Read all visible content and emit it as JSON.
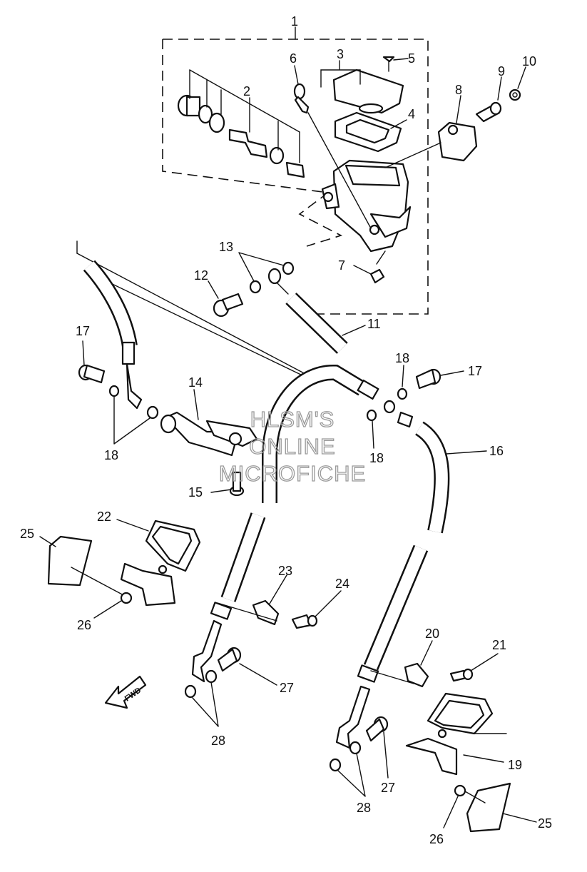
{
  "watermark": {
    "line1": "HLSM'S",
    "line2": "ONLINE",
    "line3": "MICROFICHE"
  },
  "direction_label": "FWD",
  "callouts": {
    "c1": "1",
    "c2": "2",
    "c3": "3",
    "c4": "4",
    "c5": "5",
    "c6": "6",
    "c7": "7",
    "c8": "8",
    "c9": "9",
    "c10": "10",
    "c11": "11",
    "c12": "12",
    "c13": "13",
    "c14": "14",
    "c15": "15",
    "c16": "16",
    "c17a": "17",
    "c17b": "17",
    "c18a": "18",
    "c18b": "18",
    "c18c": "18",
    "c19": "19",
    "c20": "20",
    "c21": "21",
    "c22": "22",
    "c23": "23",
    "c24": "24",
    "c25a": "25",
    "c25b": "25",
    "c26a": "26",
    "c26b": "26",
    "c27a": "27",
    "c27b": "27",
    "c28a": "28",
    "c28b": "28"
  }
}
